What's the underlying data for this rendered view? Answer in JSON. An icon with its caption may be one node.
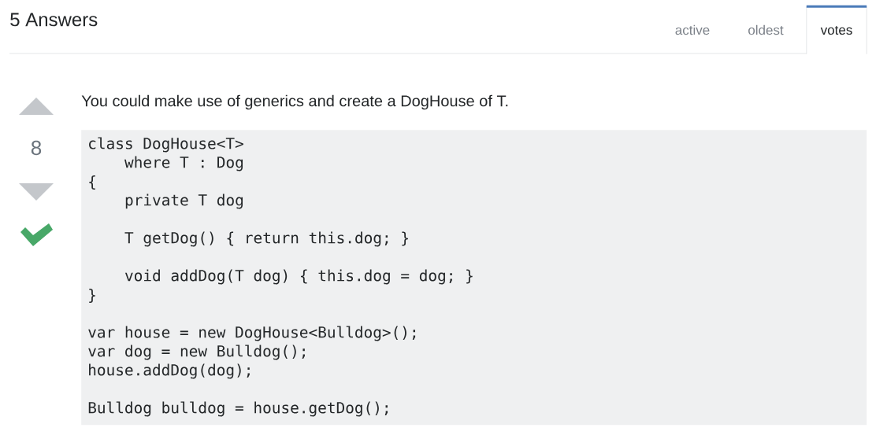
{
  "diagram": {
    "title": "5 Answers",
    "nodes": [
      {
        "text": [
          "votes"
        ]
      },
      {
        "text": [
          "class DogHouse<T>",
          "where T : Dog",
          "{",
          "private T dog",
          "T getDog() { return this.dog; }",
          "void addDog(T dog) { this.dog = dog; }",
          "}",
          "var house = new DogHouse<Bulldog>();",
          "var dog = new Bulldog();",
          "house.addDog(dog);",
          "Bulldog bulldog = house.getDog();"
        ]
      }
    ],
    "edges": [],
    "labels": [
      "active",
      "oldest",
      "You could make use of generics and create a DogHouse of T.",
      "8"
    ]
  }
}
